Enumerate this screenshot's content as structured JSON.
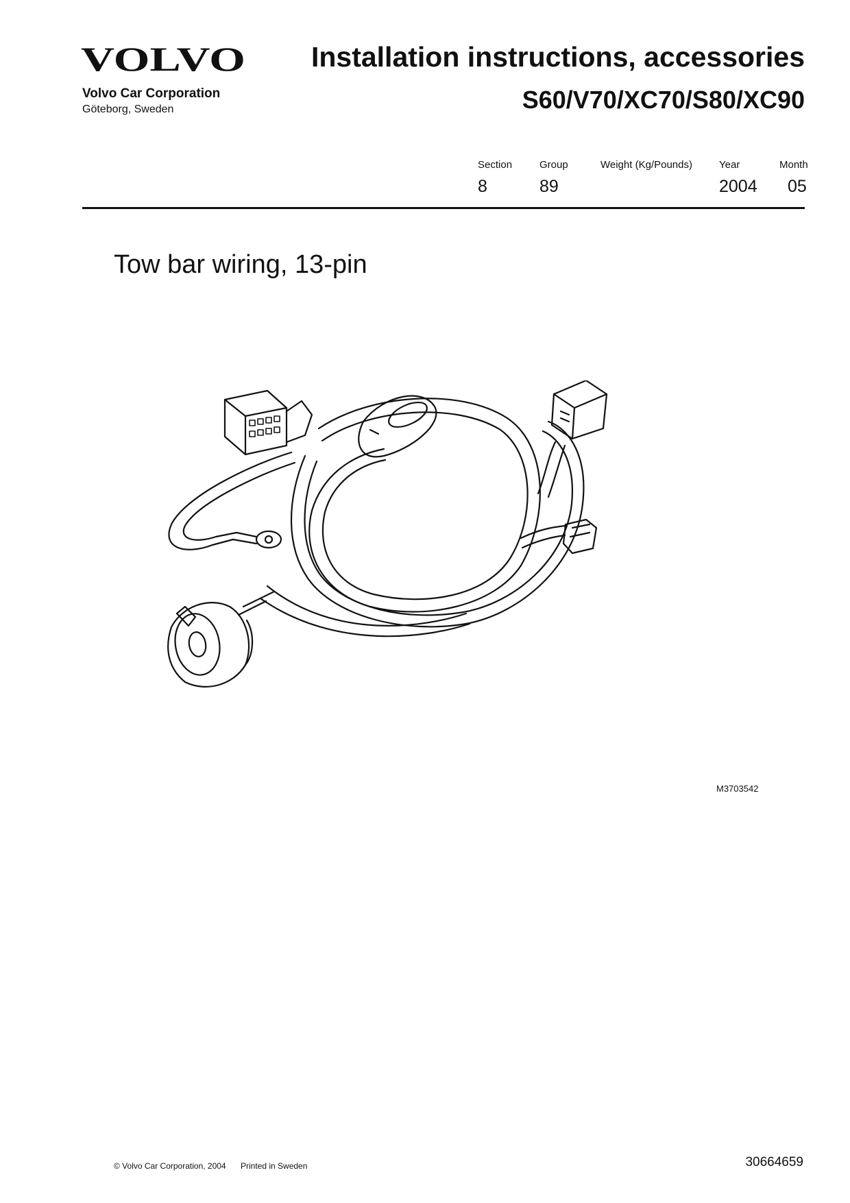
{
  "header": {
    "brand_logo_text": "VOLVO",
    "company": "Volvo Car Corporation",
    "city": "Göteborg, Sweden",
    "title": "Installation instructions, accessories",
    "models": "S60/V70/XC70/S80/XC90"
  },
  "meta": {
    "section_label": "Section",
    "section_value": "8",
    "group_label": "Group",
    "group_value": "89",
    "weight_label": "Weight (Kg/Pounds)",
    "weight_value": "",
    "year_label": "Year",
    "year_value": "2004",
    "month_label": "Month",
    "month_value": "05"
  },
  "subtitle": "Tow bar wiring, 13-pin",
  "figure": {
    "code": "M3703542"
  },
  "footer": {
    "copyright": "© Volvo Car Corporation, 2004",
    "printed": "Printed in Sweden",
    "part_number": "30664659"
  }
}
